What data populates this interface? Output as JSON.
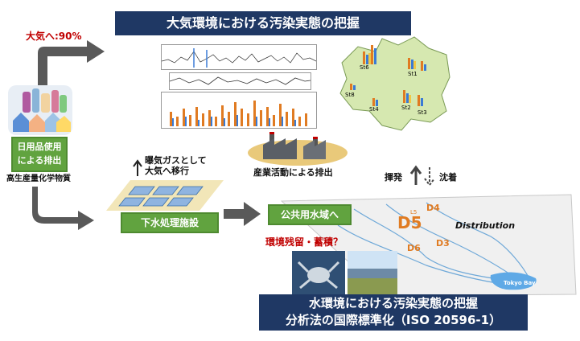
{
  "top_title": "大気環境における汚染実態の把握",
  "air_release": "大気へ:90%",
  "daily_use_line1": "日用品使用",
  "daily_use_line2": "による排出",
  "hpv_chemicals": "高生産量化学物質",
  "aeration_line1": "曝気ガスとして",
  "aeration_line2": "大気へ移行",
  "sewage_plant": "下水処理施設",
  "industrial": "産業活動による排出",
  "volatilize": "揮発",
  "deposition": "沈着",
  "public_water": "公共用水域へ",
  "residue_question": "環境残留・蓄積？",
  "distribution_label": "Distribution",
  "river_sites": [
    "D4",
    "L5",
    "D5",
    "D6",
    "D3"
  ],
  "tokyo_bay": "Tokyo Bay",
  "map_sites": [
    "St6",
    "St1",
    "St8",
    "St4",
    "St2",
    "St3"
  ],
  "bottom_title_line1": "水環境における汚染実態の把握",
  "bottom_title_line2": "分析法の国際標準化（ISO 20596-1）",
  "colors": {
    "navy": "#1f3864",
    "green": "#61a33f",
    "red_text": "#c00000",
    "orange": "#e07b22",
    "blue": "#3a7bd5",
    "map_green": "#d6e8b0"
  }
}
